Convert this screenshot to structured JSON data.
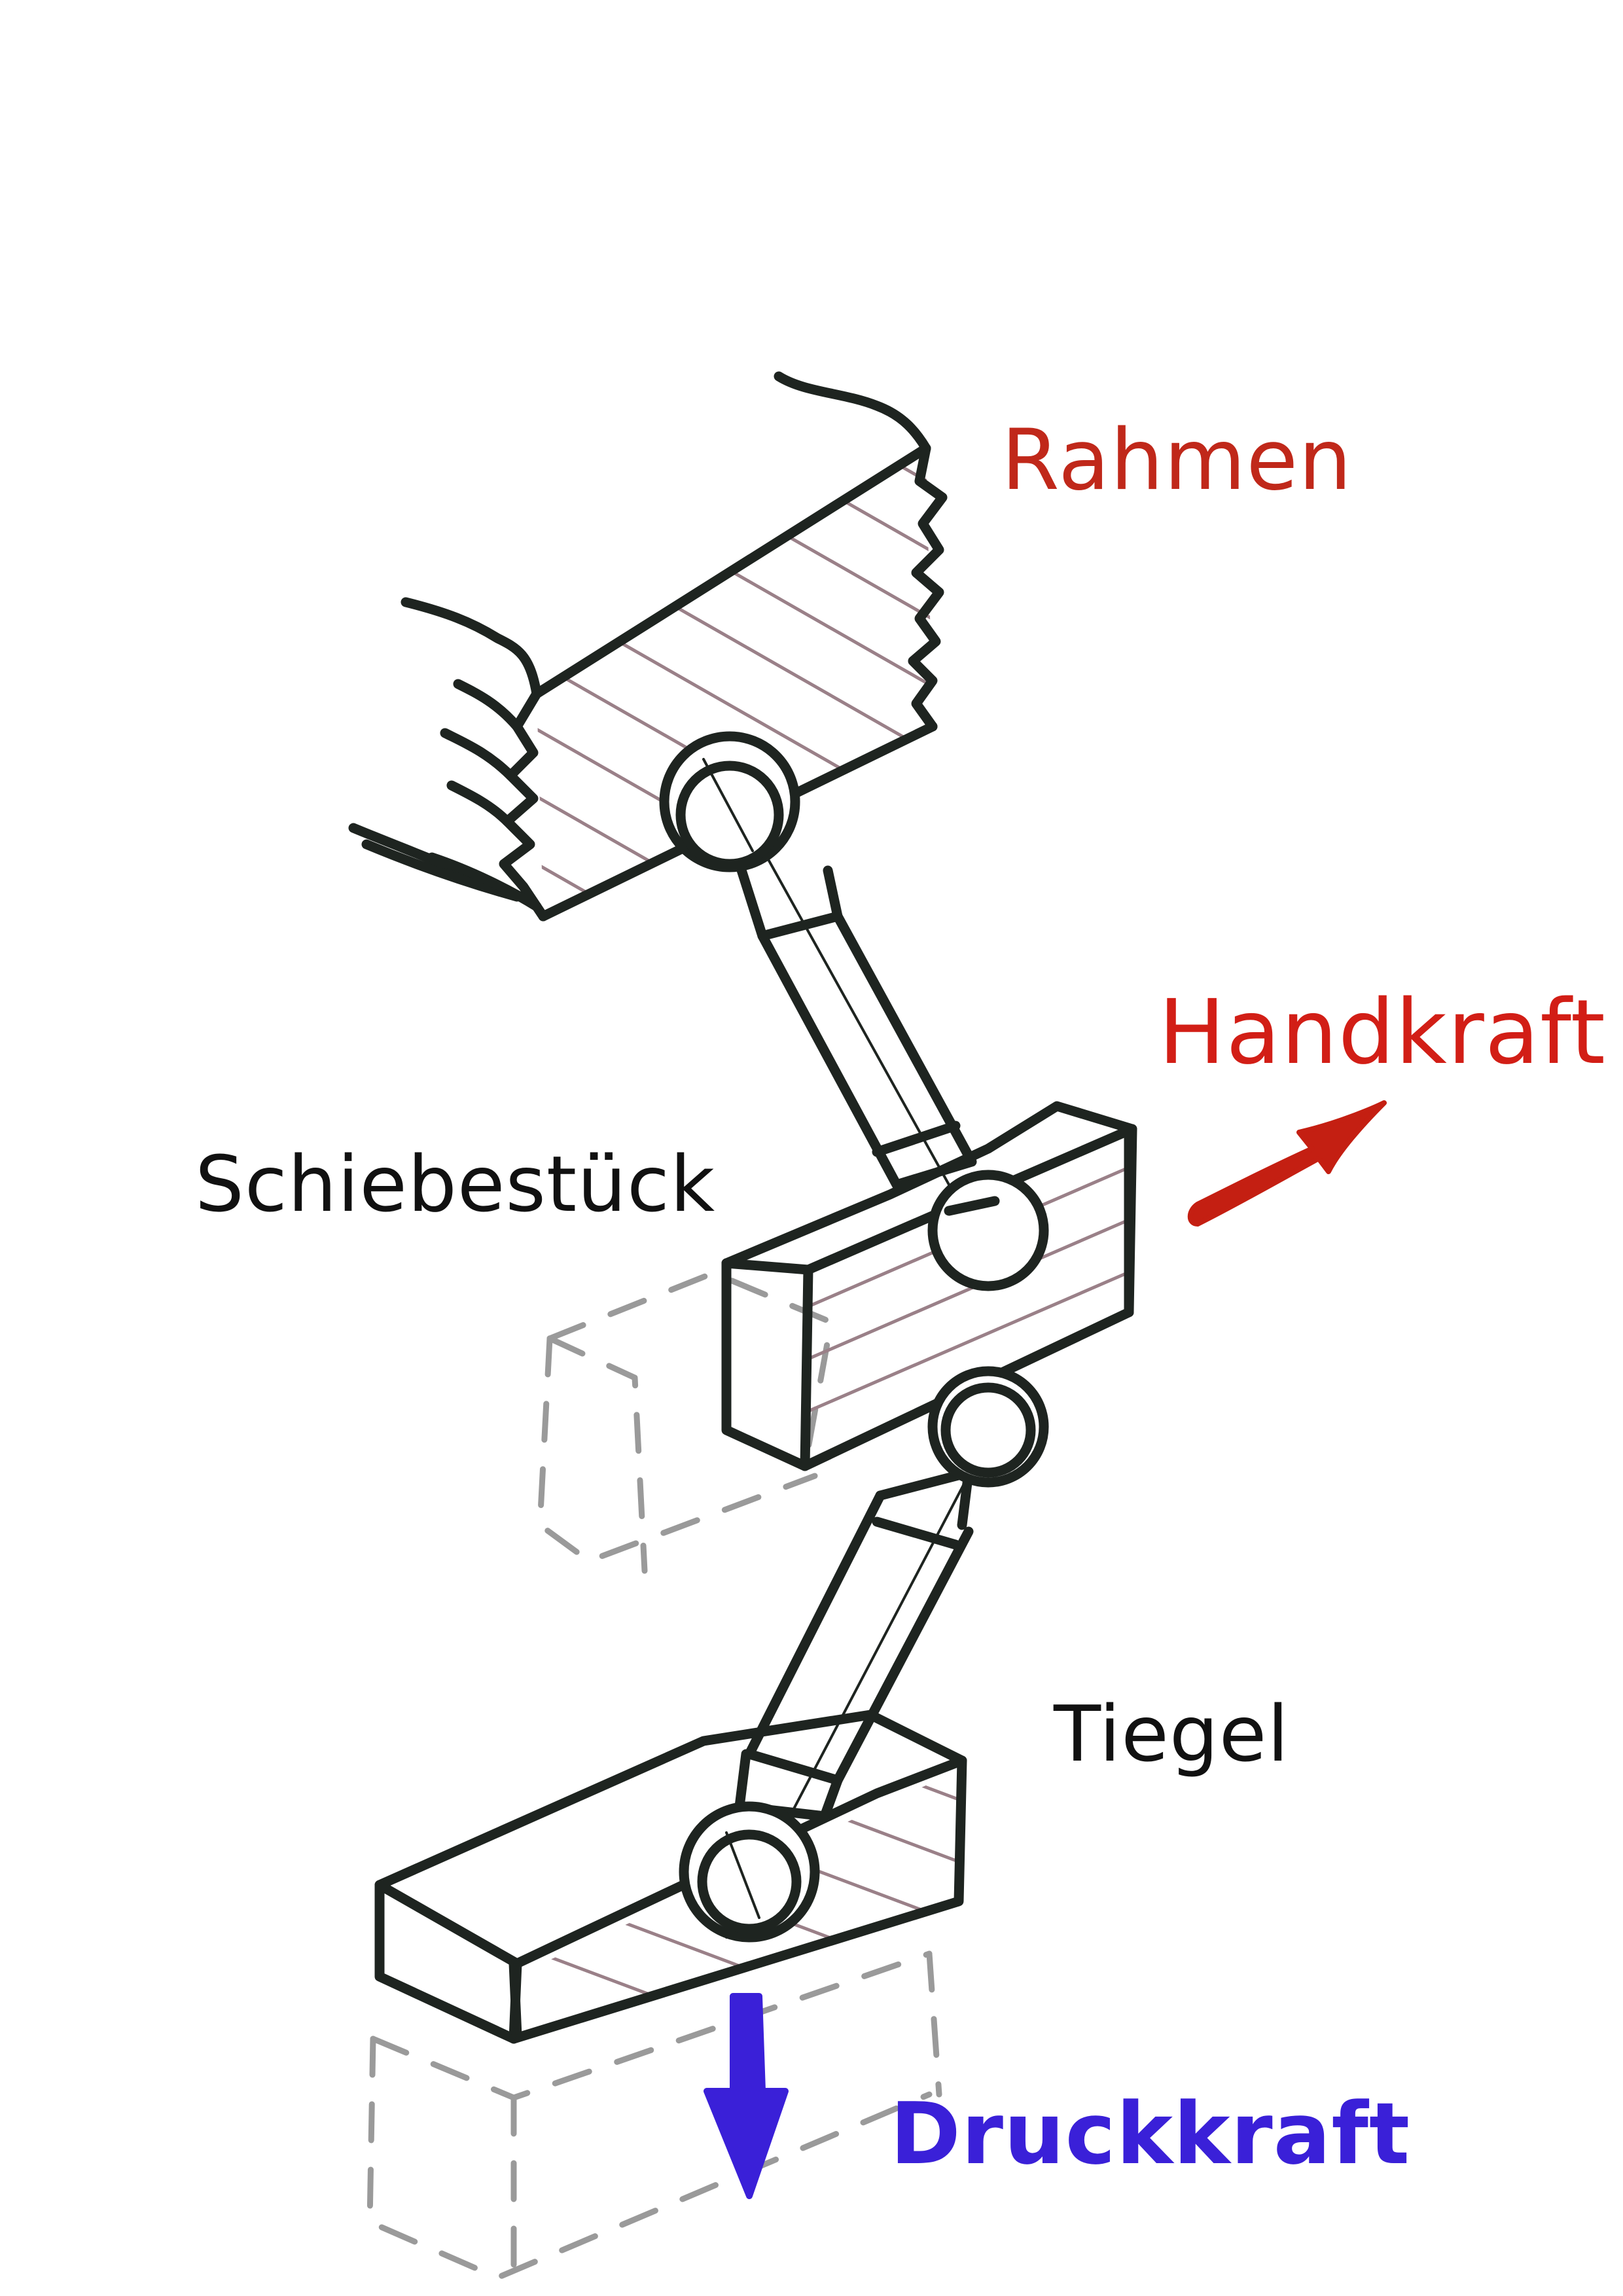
{
  "labels": {
    "rahmen": "Rahmen",
    "handkraft": "Handkraft",
    "schiebestueck": "Schiebestück",
    "tiegel": "Tiegel",
    "druckkraft": "Druckkraft"
  },
  "colors": {
    "ink": "#1e2420",
    "rahmen_label": "#c0281a",
    "handkraft_label": "#d21e16",
    "handkraft_arrow": "#c41f12",
    "druckkraft": "#3a20d8",
    "ghost_outline": "#9a9a9a",
    "hatch": "#9a8088",
    "text_black": "#111111"
  }
}
